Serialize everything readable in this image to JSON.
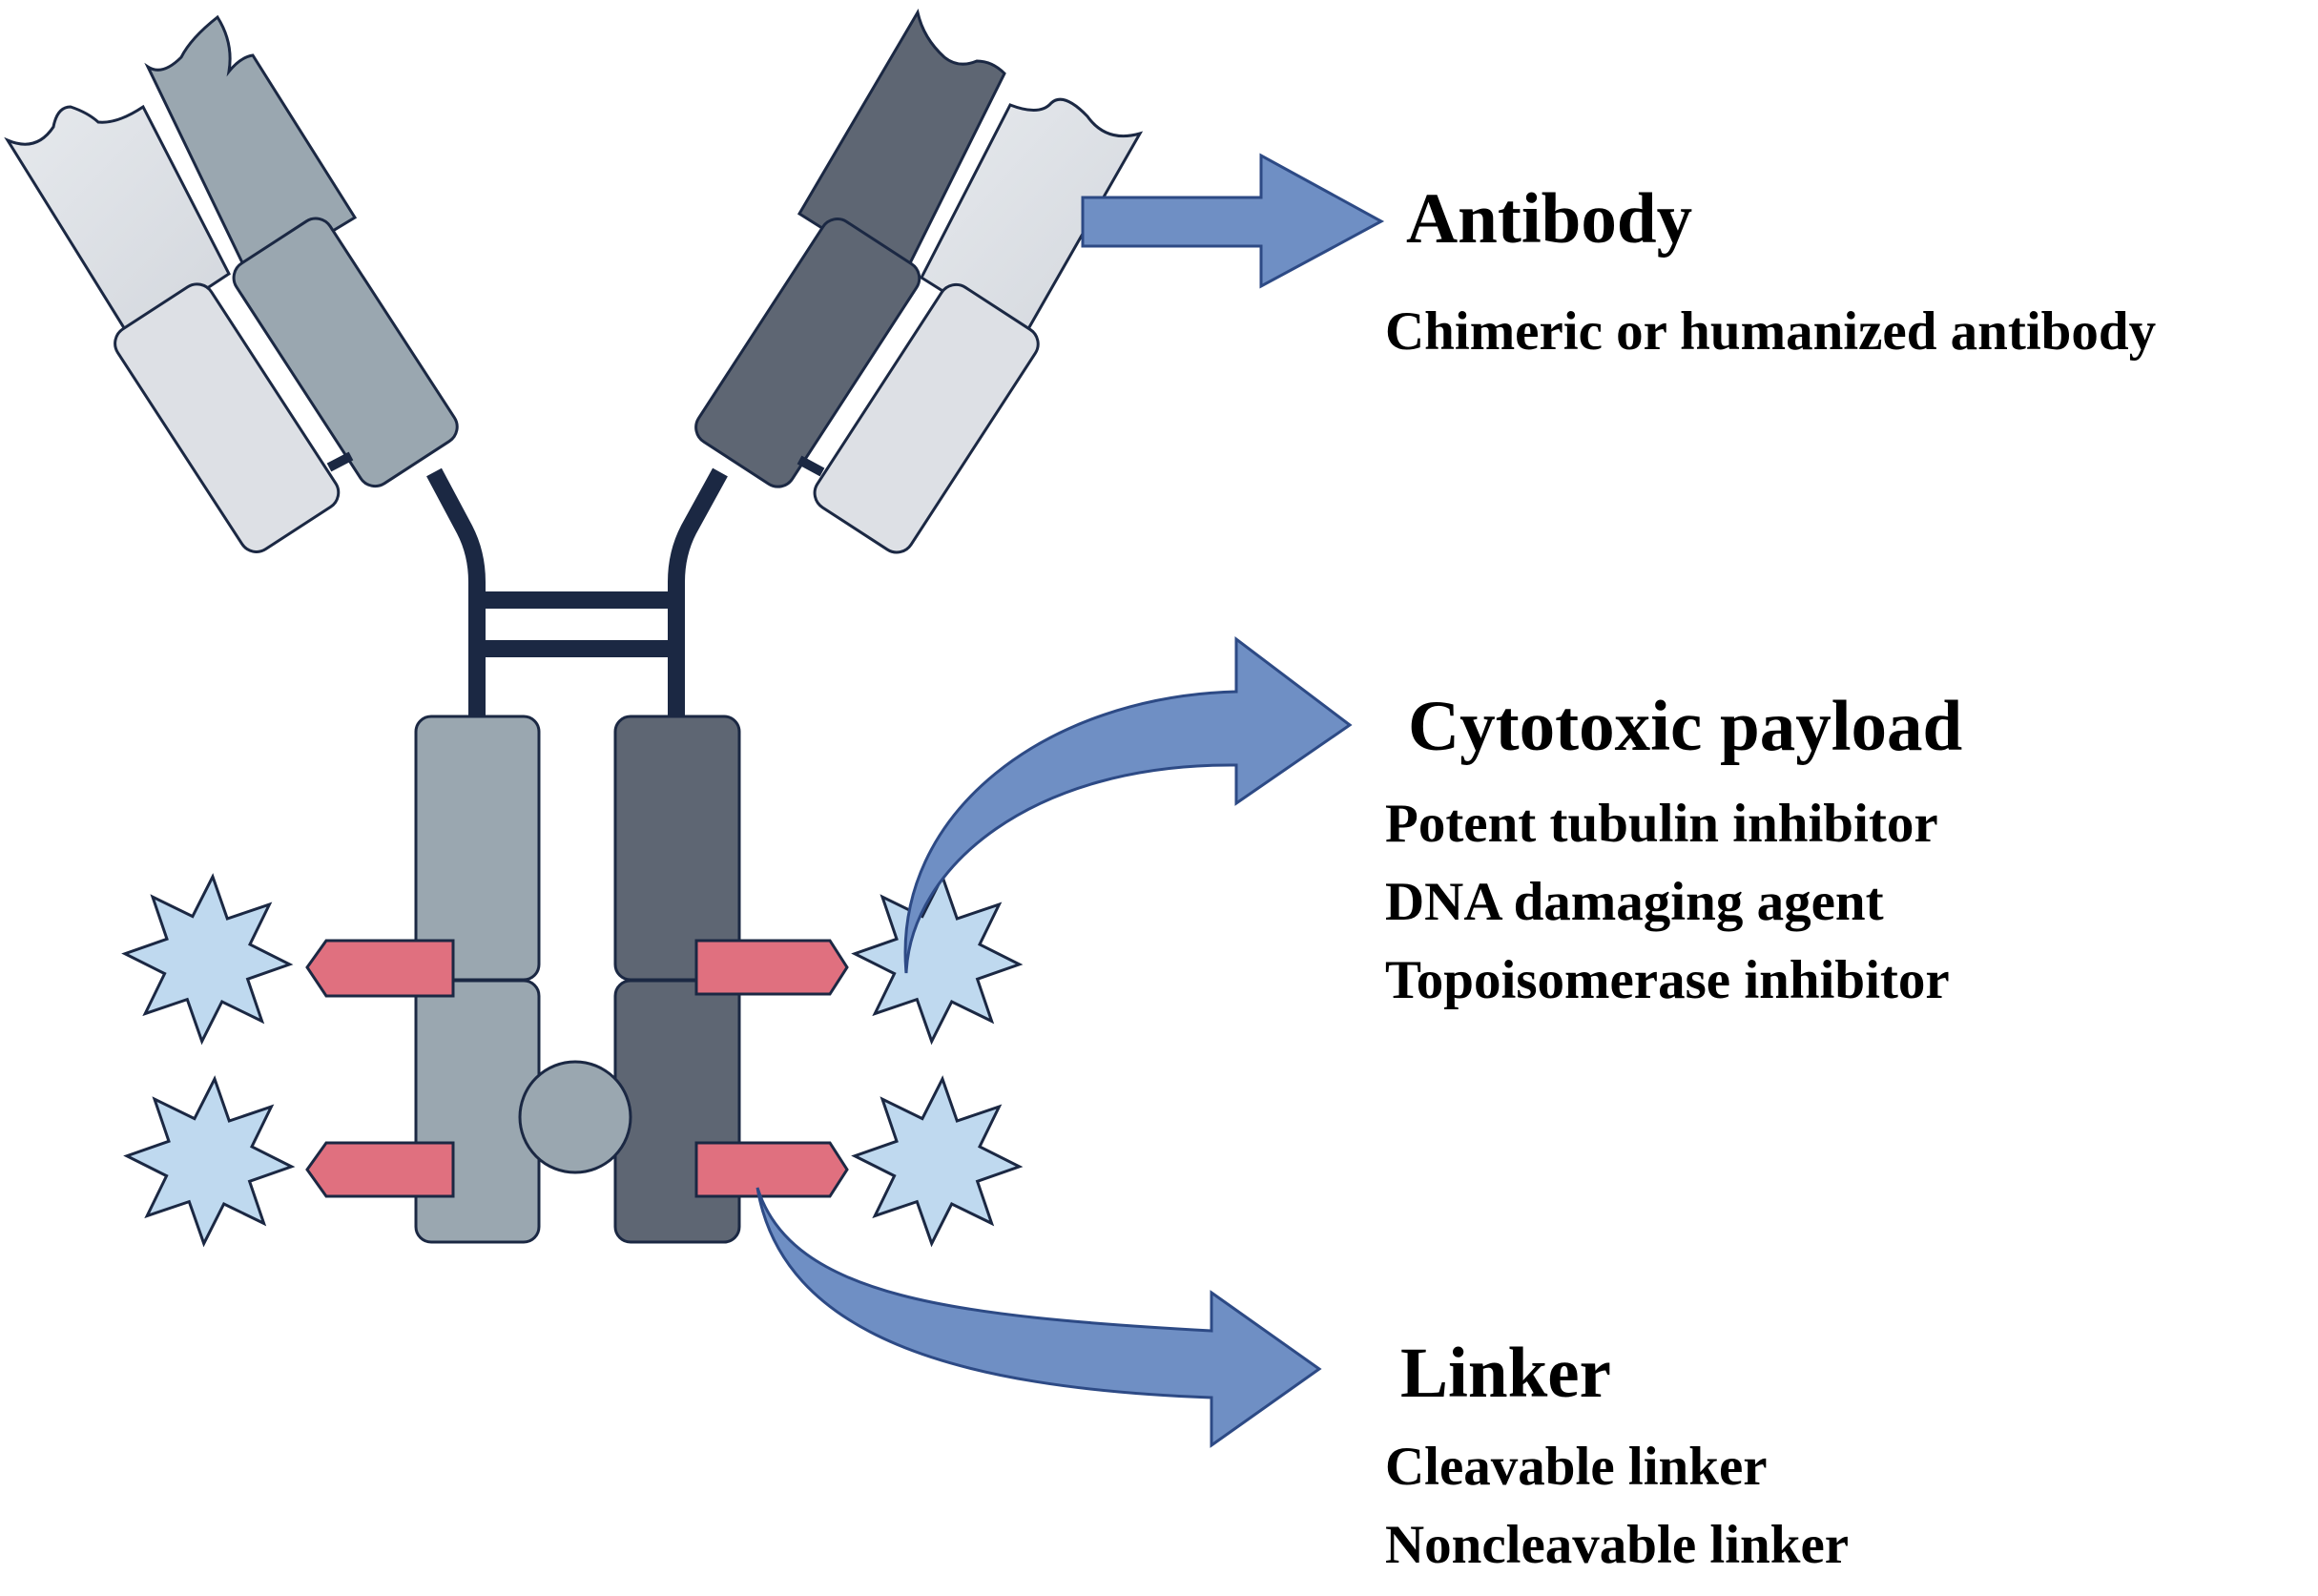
{
  "antibody": {
    "heading": "Antibody",
    "items": [
      "Chimeric or humanized antibody"
    ]
  },
  "payload": {
    "heading": "Cytotoxic payload",
    "items": [
      "Potent tubulin inhibitor",
      "DNA damaging agent",
      "Topoisomerase inhibitor"
    ]
  },
  "linker": {
    "heading": "Linker",
    "items": [
      "Cleavable linker",
      "Noncleavable linker"
    ]
  },
  "colors": {
    "light_chain": "#dde0e5",
    "heavy_chain_left": "#9aa7b0",
    "heavy_chain_right": "#5e6673",
    "hinge": "#1b2843",
    "linker": "#e0707f",
    "payload": "#bfd9ef",
    "arrow": "#6f8fc4",
    "outline": "#1b2843"
  },
  "icons": [
    "antibody-icon",
    "payload-star-icon",
    "linker-bar-icon",
    "arrow-icon"
  ]
}
